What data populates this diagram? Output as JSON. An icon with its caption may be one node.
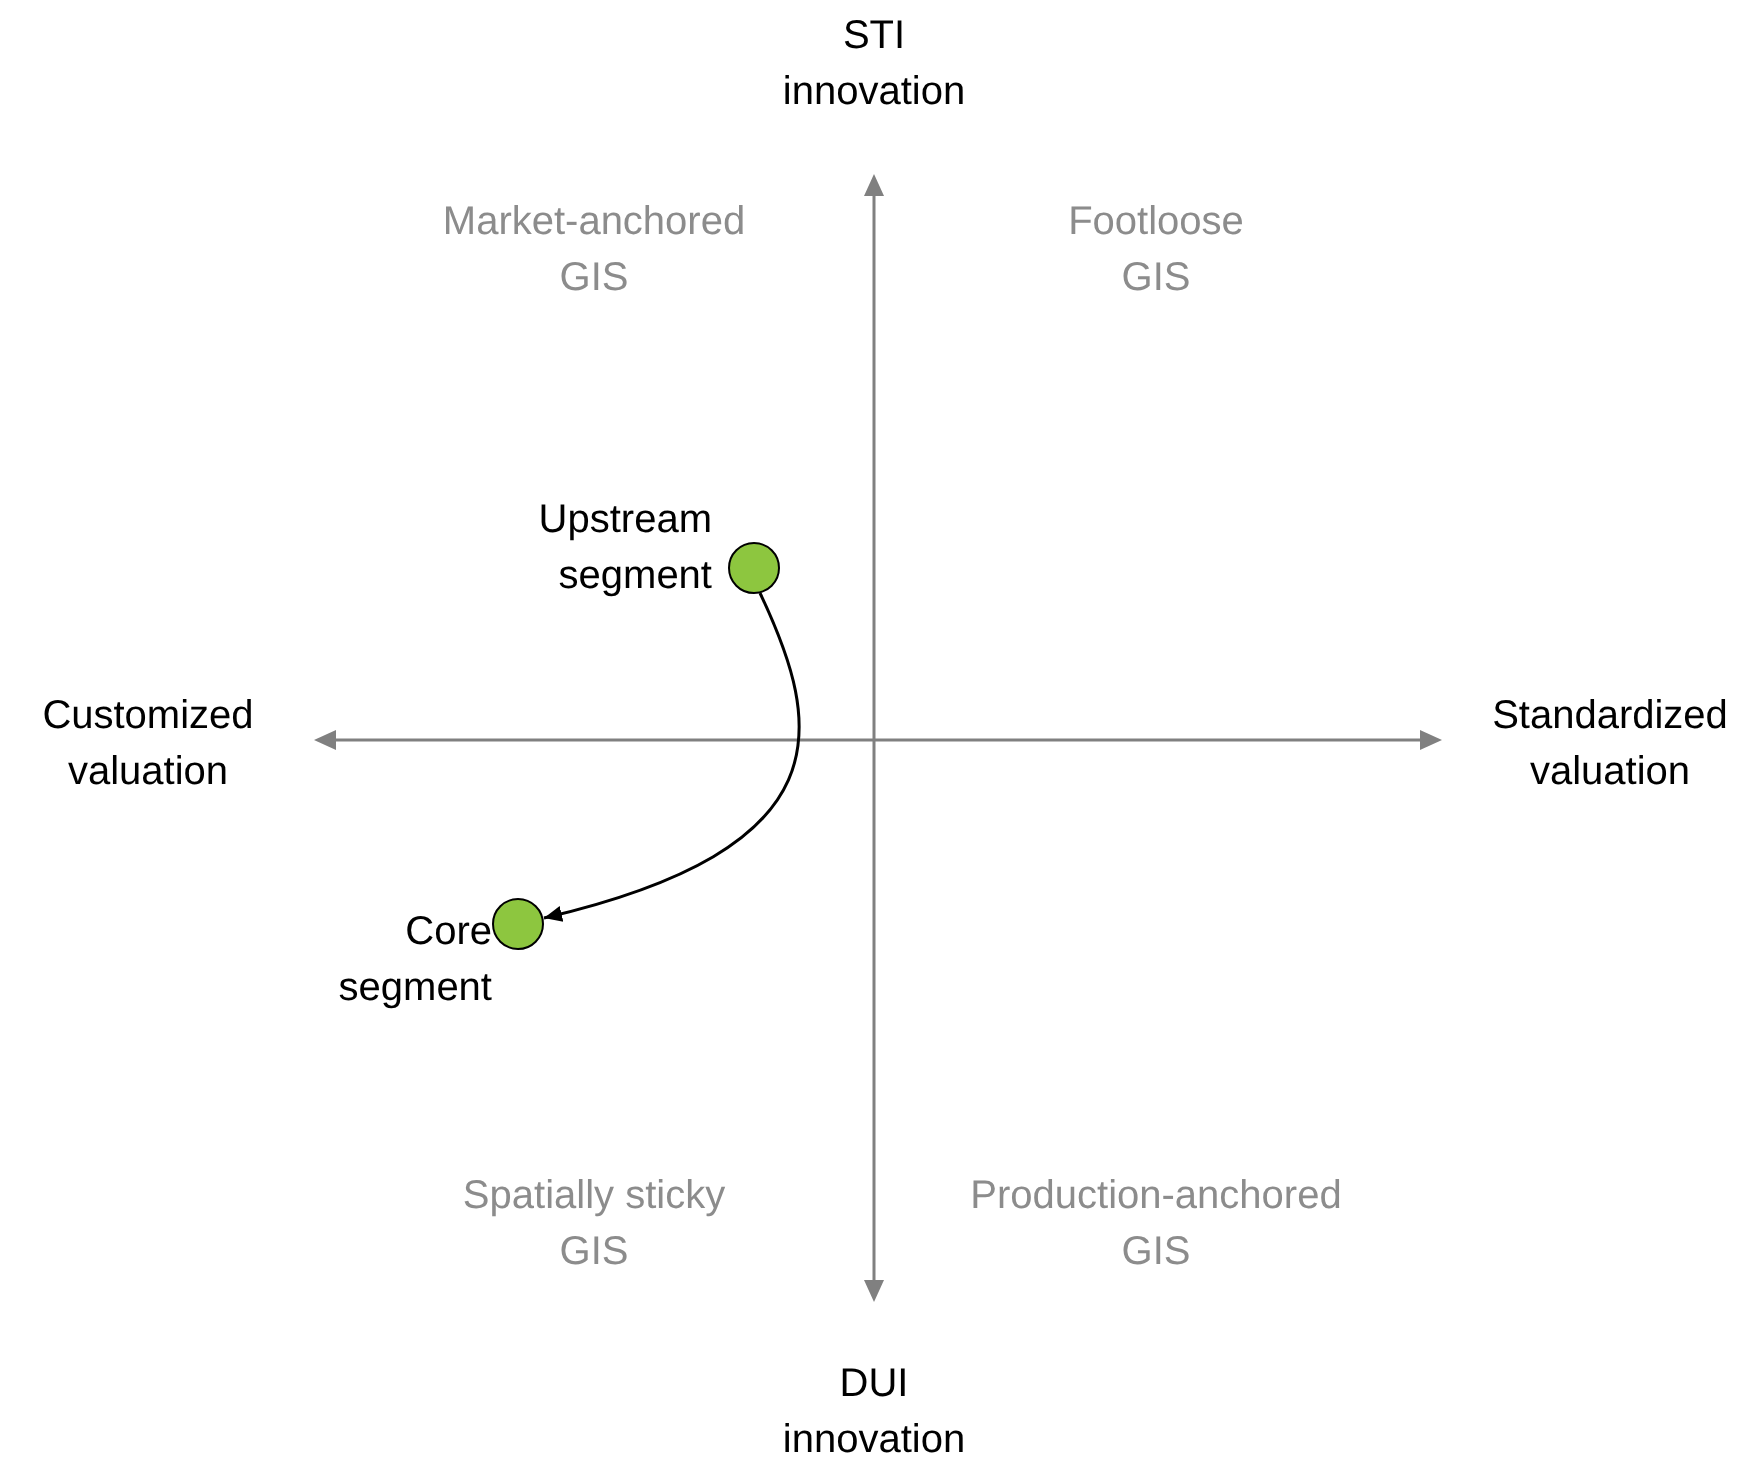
{
  "diagram": {
    "nodes": [
      {
        "text": [],
        "shape": "circle",
        "beside": [
          "Upstream segment"
        ]
      },
      {
        "text": [],
        "shape": "circle",
        "beside": [
          "Core segment"
        ]
      }
    ],
    "edges": [
      {
        "from": 0,
        "to": 1,
        "arrow": "to"
      }
    ],
    "labels": [
      "STI innovation",
      "Market-anchored GIS",
      "Footloose GIS",
      "Customized valuation",
      "Standardized valuation",
      "Spatially sticky GIS",
      "Production-anchored GIS",
      "DUI innovation"
    ]
  }
}
